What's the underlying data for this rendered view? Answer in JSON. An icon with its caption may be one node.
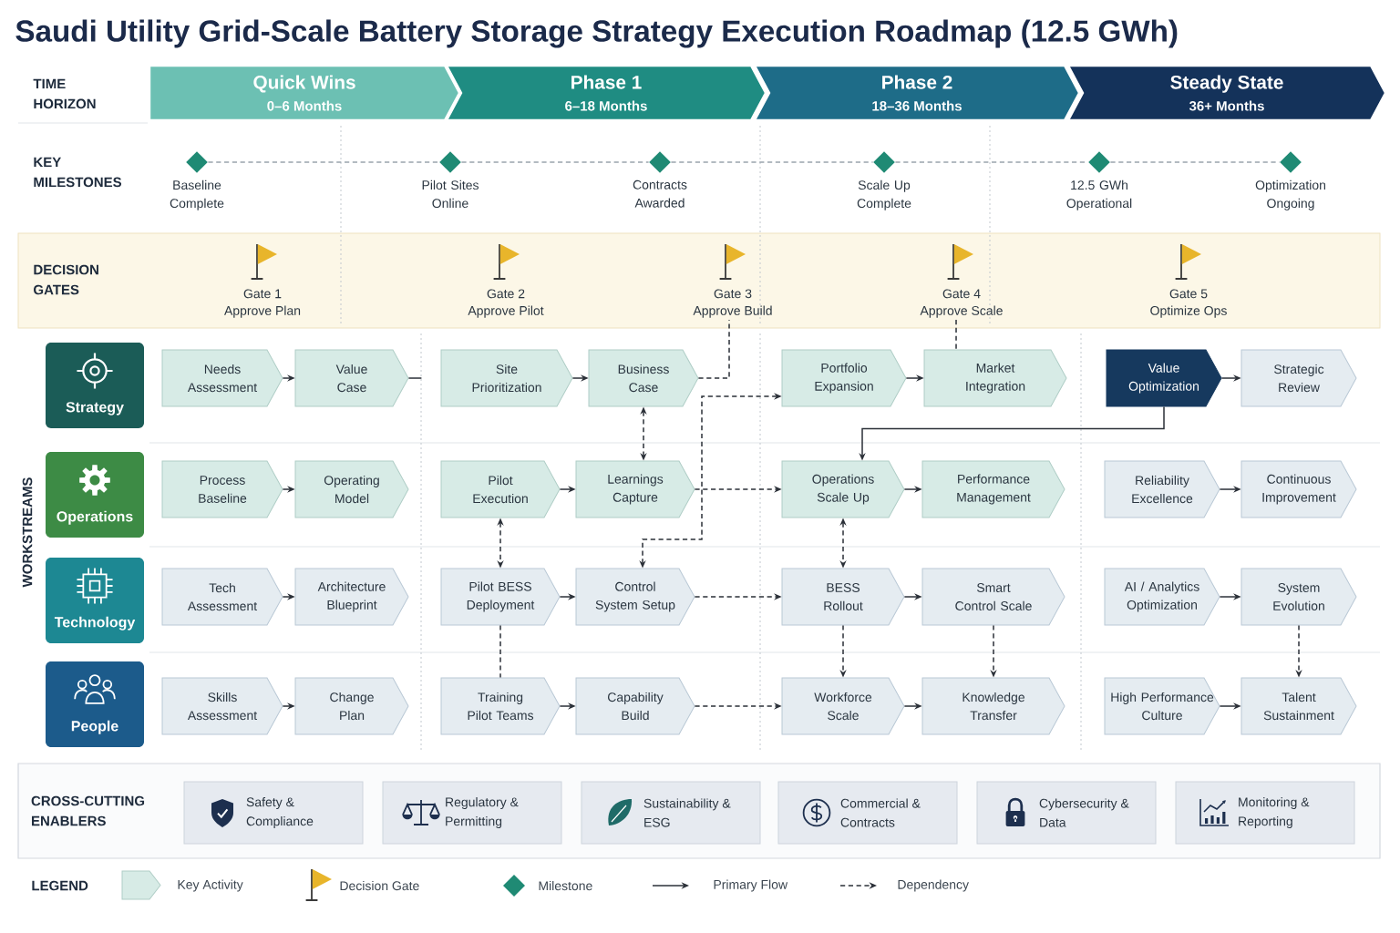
{
  "diagram": {
    "title": "Saudi Utility Grid-Scale Battery Storage Strategy Execution Roadmap (12.5 GWh)",
    "nodes": [
      {
        "text": [
          "Quick Wins",
          "0–6 Months"
        ]
      },
      {
        "text": [
          "Phase 1",
          "6–18 Months"
        ]
      },
      {
        "text": [
          "Phase 2",
          "18–36 Months"
        ]
      },
      {
        "text": [
          "Steady State",
          "36+ Months"
        ]
      },
      {
        "text": [
          "Baseline Complete"
        ]
      },
      {
        "text": [
          "Pilot Sites Online"
        ]
      },
      {
        "text": [
          "Contracts Awarded"
        ]
      },
      {
        "text": [
          "Scale Up Complete"
        ]
      },
      {
        "text": [
          "12.5 GWh Operational"
        ]
      },
      {
        "text": [
          "Optimization Ongoing"
        ]
      },
      {
        "text": [
          "Gate 1",
          "Approve Plan"
        ]
      },
      {
        "text": [
          "Gate 2",
          "Approve Pilot"
        ]
      },
      {
        "text": [
          "Gate 3",
          "Approve Build"
        ]
      },
      {
        "text": [
          "Gate 4",
          "Approve Scale"
        ]
      },
      {
        "text": [
          "Gate 5",
          "Optimize Ops"
        ]
      },
      {
        "text": [
          "Strategy"
        ]
      },
      {
        "text": [
          "Needs Assessment"
        ]
      },
      {
        "text": [
          "Value Case"
        ]
      },
      {
        "text": [
          "Site Prioritization"
        ]
      },
      {
        "text": [
          "Business Case"
        ]
      },
      {
        "text": [
          "Portfolio Expansion"
        ]
      },
      {
        "text": [
          "Market Integration"
        ]
      },
      {
        "text": [
          "Value Optimization"
        ]
      },
      {
        "text": [
          "Strategic Review"
        ]
      },
      {
        "text": [
          "Operations"
        ]
      },
      {
        "text": [
          "Process Baseline"
        ]
      },
      {
        "text": [
          "Operating Model"
        ]
      },
      {
        "text": [
          "Pilot Execution"
        ]
      },
      {
        "text": [
          "Learnings Capture"
        ]
      },
      {
        "text": [
          "Operations Scale Up"
        ]
      },
      {
        "text": [
          "Performance Management"
        ]
      },
      {
        "text": [
          "Reliability Excellence"
        ]
      },
      {
        "text": [
          "Continuous Improvement"
        ]
      },
      {
        "text": [
          "Technology"
        ]
      },
      {
        "text": [
          "Tech Assessment"
        ]
      },
      {
        "text": [
          "Architecture Blueprint"
        ]
      },
      {
        "text": [
          "Pilot BESS Deployment"
        ]
      },
      {
        "text": [
          "Control System Setup"
        ]
      },
      {
        "text": [
          "BESS Rollout"
        ]
      },
      {
        "text": [
          "Smart Control Scale"
        ]
      },
      {
        "text": [
          "AI / Analytics Optimization"
        ]
      },
      {
        "text": [
          "System Evolution"
        ]
      },
      {
        "text": [
          "People"
        ]
      },
      {
        "text": [
          "Skills Assessment"
        ]
      },
      {
        "text": [
          "Change Plan"
        ]
      },
      {
        "text": [
          "Training Pilot Teams"
        ]
      },
      {
        "text": [
          "Capability Build"
        ]
      },
      {
        "text": [
          "Workforce Scale"
        ]
      },
      {
        "text": [
          "Knowledge Transfer"
        ]
      },
      {
        "text": [
          "High Performance Culture"
        ]
      },
      {
        "text": [
          "Talent Sustainment"
        ]
      },
      {
        "text": [
          "CROSS-CUTTING ENABLERS"
        ]
      },
      {
        "text": [
          "Safety & Compliance"
        ],
        "in": 51
      },
      {
        "text": [
          "Regulatory & Permitting"
        ],
        "in": 51
      },
      {
        "text": [
          "Sustainability & ESG"
        ],
        "in": 51
      },
      {
        "text": [
          "Commercial & Contracts"
        ],
        "in": 51
      },
      {
        "text": [
          "Cybersecurity & Data"
        ],
        "in": 51
      },
      {
        "text": [
          "Monitoring & Reporting"
        ],
        "in": 51
      }
    ],
    "edges": [
      {
        "from": 4,
        "to": 5,
        "arrow": "none",
        "style": "dashed",
        "color": "#9aa4ad"
      },
      {
        "from": 5,
        "to": 6,
        "arrow": "none",
        "style": "dashed",
        "color": "#9aa4ad"
      },
      {
        "from": 6,
        "to": 7,
        "arrow": "none",
        "style": "dashed",
        "color": "#9aa4ad"
      },
      {
        "from": 7,
        "to": 8,
        "arrow": "none",
        "style": "dashed",
        "color": "#9aa4ad"
      },
      {
        "from": 8,
        "to": 9,
        "arrow": "none",
        "style": "dashed",
        "color": "#9aa4ad"
      },
      {
        "from": 16,
        "to": 17,
        "arrow": "to"
      },
      {
        "from": 17,
        "to": null,
        "arrow": "none"
      },
      {
        "from": 18,
        "to": 19,
        "arrow": "to"
      },
      {
        "from": 20,
        "to": 21,
        "arrow": "to"
      },
      {
        "from": 22,
        "to": 23,
        "arrow": "to"
      },
      {
        "from": 25,
        "to": 26,
        "arrow": "to"
      },
      {
        "from": 27,
        "to": 28,
        "arrow": "to"
      },
      {
        "from": 29,
        "to": 30,
        "arrow": "to"
      },
      {
        "from": 31,
        "to": 32,
        "arrow": "to"
      },
      {
        "from": 34,
        "to": 35,
        "arrow": "to"
      },
      {
        "from": 36,
        "to": 37,
        "arrow": "to"
      },
      {
        "from": 38,
        "to": 39,
        "arrow": "to"
      },
      {
        "from": 40,
        "to": 41,
        "arrow": "to"
      },
      {
        "from": 43,
        "to": 44,
        "arrow": "to"
      },
      {
        "from": 45,
        "to": 46,
        "arrow": "to"
      },
      {
        "from": 47,
        "to": 48,
        "arrow": "to"
      },
      {
        "from": 49,
        "to": 50,
        "arrow": "to"
      },
      {
        "from": 22,
        "to": 29,
        "arrow": "to"
      },
      {
        "from": 19,
        "to": 12,
        "arrow": "none",
        "style": "dashed"
      },
      {
        "from": 13,
        "to": 21,
        "arrow": "none",
        "style": "dashed"
      },
      {
        "from": 19,
        "to": 28,
        "arrow": "both",
        "style": "dashed"
      },
      {
        "from": 27,
        "to": 36,
        "arrow": "both",
        "style": "dashed"
      },
      {
        "from": 36,
        "to": 45,
        "arrow": "none",
        "style": "dashed"
      },
      {
        "from": 37,
        "to": 20,
        "arrow": "both",
        "style": "dashed"
      },
      {
        "from": 28,
        "to": 29,
        "arrow": "to",
        "style": "dashed"
      },
      {
        "from": 37,
        "to": 38,
        "arrow": "to",
        "style": "dashed"
      },
      {
        "from": 46,
        "to": 47,
        "arrow": "to",
        "style": "dashed"
      },
      {
        "from": 29,
        "to": 38,
        "arrow": "both",
        "style": "dashed"
      },
      {
        "from": 38,
        "to": 47,
        "arrow": "to",
        "style": "dashed"
      },
      {
        "from": 39,
        "to": 48,
        "arrow": "to",
        "style": "dashed"
      },
      {
        "from": 41,
        "to": 50,
        "arrow": "to",
        "style": "dashed"
      }
    ],
    "labels": [
      "TIME HORIZON",
      "KEY MILESTONES",
      "DECISION GATES",
      "WORKSTREAMS",
      "LEGEND"
    ],
    "legend": [
      {
        "text": "Key Activity",
        "color": "#d7ebe6"
      },
      {
        "text": "Decision Gate"
      },
      {
        "text": "Milestone",
        "color": "#1f8a74"
      },
      {
        "text": "Primary Flow"
      },
      {
        "text": "Dependency"
      }
    ]
  }
}
